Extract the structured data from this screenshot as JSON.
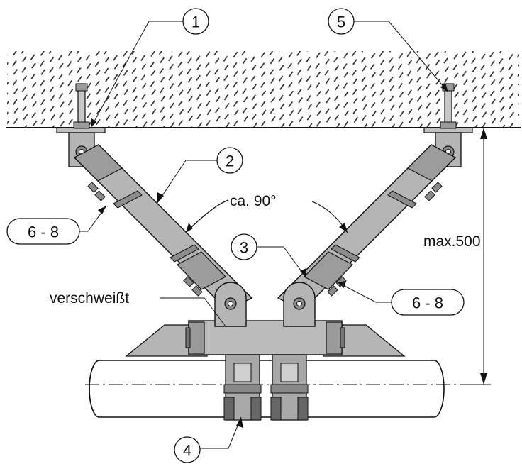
{
  "callouts": {
    "c1": "1",
    "c2": "2",
    "c3": "3",
    "c4": "4",
    "c5": "5"
  },
  "pills": {
    "left": "6 - 8",
    "right": "6 - 8"
  },
  "labels": {
    "angle": "ca. 90°",
    "dimension": "max.500",
    "welded": "verschweißt"
  },
  "colors": {
    "steel_fill": "#b5b5b5",
    "steel_dark": "#7d7d7d",
    "ceiling_hatch": "#222222",
    "line": "#111111"
  }
}
